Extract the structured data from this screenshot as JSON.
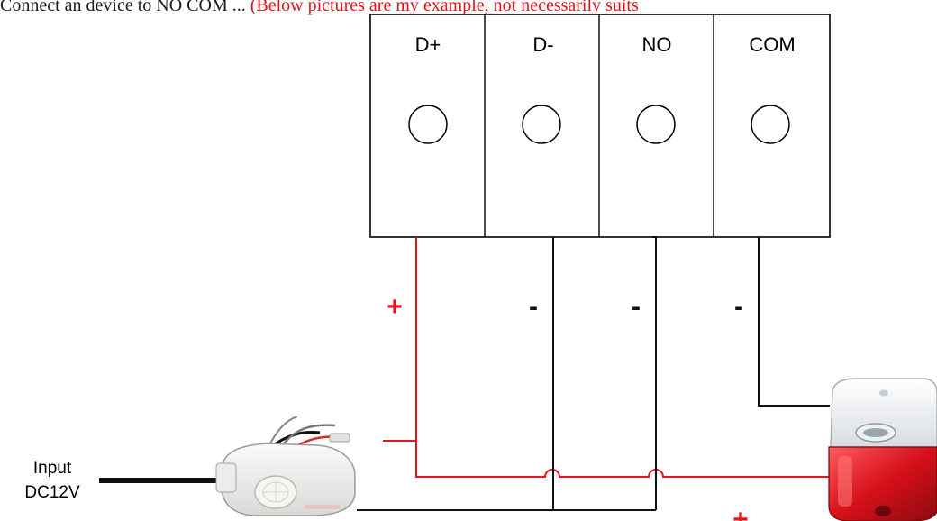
{
  "header": {
    "text": "Connect an device to NO COM ...",
    "note": "(Below pictures are my example, not necessarily suits"
  },
  "terminals": [
    {
      "label": "D+"
    },
    {
      "label": "D-"
    },
    {
      "label": "NO"
    },
    {
      "label": "COM"
    }
  ],
  "polarity": {
    "d_plus": "+",
    "d_minus": "-",
    "no": "-",
    "com": "-",
    "sensor_plus": "+",
    "bottom_plus": "+"
  },
  "input": {
    "line1": "Input",
    "line2": "DC12V"
  },
  "devices": {
    "sensor": "pir-motion-sensor",
    "siren": "strobe-siren"
  },
  "colors": {
    "positive_wire": "#e8141c",
    "negative_wire": "#111111",
    "siren_red": "#d6101a"
  }
}
